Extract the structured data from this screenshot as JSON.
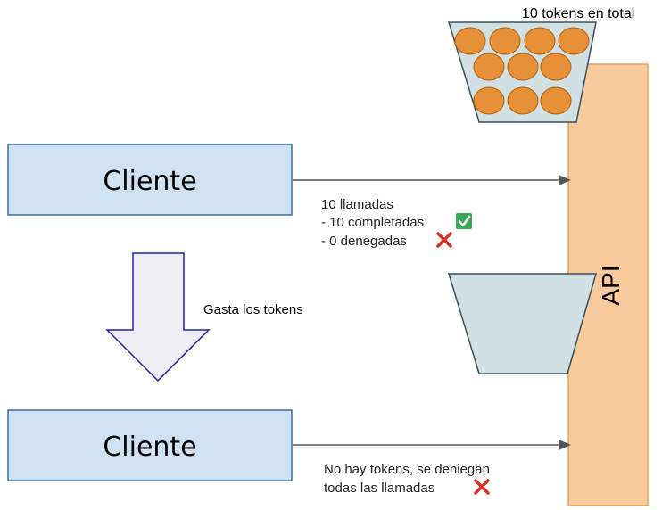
{
  "bucket_top_label": "10 tokens en total",
  "api_label": "API",
  "client_top": {
    "label": "Cliente"
  },
  "client_bottom": {
    "label": "Cliente"
  },
  "arrow_down_label": "Gasta los tokens",
  "top_result": {
    "line1": "10 llamadas",
    "line2": "- 10 completadas",
    "line3": "- 0 denegadas"
  },
  "bottom_result": {
    "line1": "No hay tokens, se deniegan",
    "line2": "todas las llamadas"
  },
  "tokens_full_count": 10,
  "tokens_empty_count": 0,
  "colors": {
    "client_fill": "#cfe2f3",
    "client_stroke": "#3c6e9c",
    "api_fill": "#f9cb9c",
    "api_stroke": "#e6a15b",
    "bucket_fill": "#d0e0e3",
    "token_fill": "#e69138",
    "down_arrow_fill": "#efeef4",
    "down_arrow_stroke": "#1f1fb4",
    "check_green": "#34a853",
    "cross_red": "#d93025"
  }
}
